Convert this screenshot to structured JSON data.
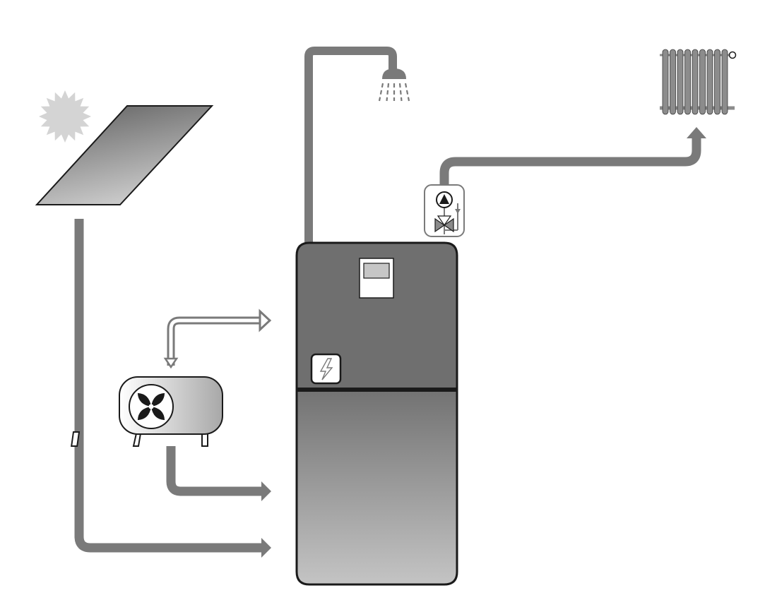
{
  "diagram": {
    "components": [
      {
        "id": "sun",
        "icon": "sun-icon"
      },
      {
        "id": "solar-collector",
        "icon": "solar-panel-icon"
      },
      {
        "id": "heat-pump",
        "icon": "fan-icon"
      },
      {
        "id": "storage-tank",
        "icon": "tank-icon"
      },
      {
        "id": "controller",
        "icon": "controller-display-icon"
      },
      {
        "id": "electric-heater",
        "icon": "lightning-icon"
      },
      {
        "id": "mixing-group",
        "icon": "pump-valve-icon"
      },
      {
        "id": "shower",
        "icon": "shower-icon"
      },
      {
        "id": "radiator",
        "icon": "radiator-icon"
      }
    ],
    "connections": [
      {
        "from": "solar-collector",
        "to": "storage-tank",
        "style": "solid"
      },
      {
        "from": "heat-pump",
        "to": "storage-tank",
        "style": "outline"
      },
      {
        "from": "heat-pump",
        "to": "storage-tank",
        "style": "solid"
      },
      {
        "from": "storage-tank",
        "to": "shower",
        "style": "solid"
      },
      {
        "from": "storage-tank",
        "to": "mixing-group",
        "style": "solid"
      },
      {
        "from": "mixing-group",
        "to": "radiator",
        "style": "solid"
      }
    ]
  },
  "colors": {
    "pipe": "#7a7a7a",
    "tank_top": "#6f6f6f",
    "tank_bottom_start": "#727272",
    "tank_bottom_end": "#c4c4c4",
    "outline": "#1a1a1a",
    "sun": "#d4d4d4",
    "panel_start": "#5e5e5e",
    "panel_end": "#c9c9c9",
    "radiator": "#8c8c8c"
  }
}
